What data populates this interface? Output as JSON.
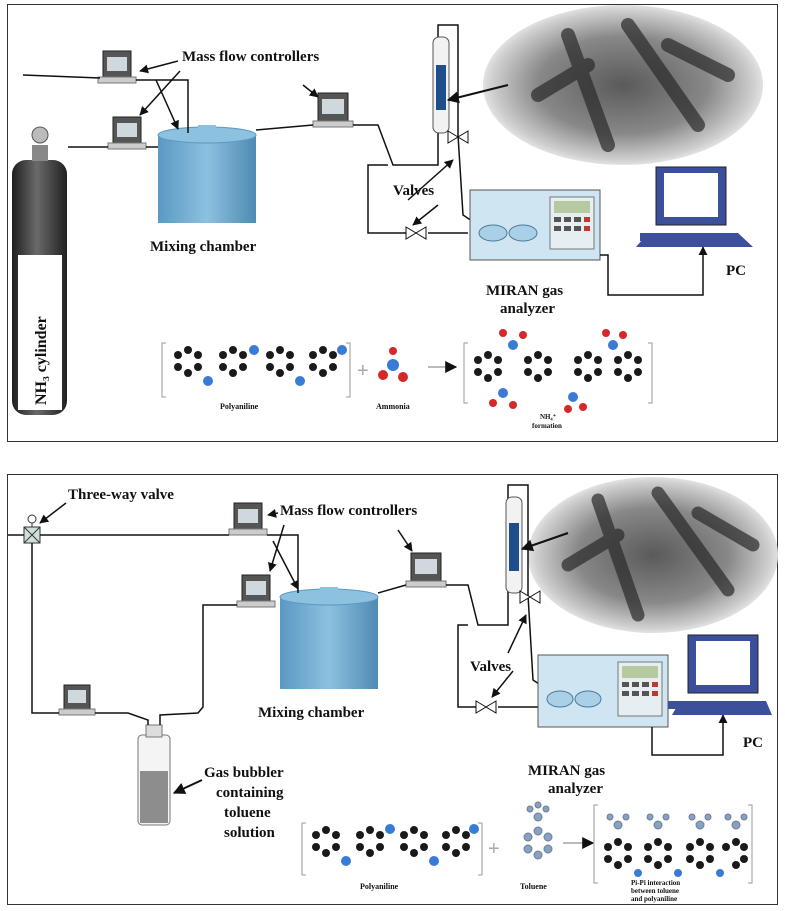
{
  "panel1": {
    "labels": {
      "mass_flow_controllers": "Mass flow controllers",
      "mixing_chamber": "Mixing chamber",
      "valves": "Valves",
      "miran_line1": "MIRAN gas",
      "miran_line2": "analyzer",
      "pc": "PC",
      "cylinder": "NH₃ cylinder"
    },
    "reaction": {
      "reactant1": "Polyaniline",
      "reactant2": "Ammonia",
      "product_line1": "NH₄⁺",
      "product_line2": "formation"
    }
  },
  "panel2": {
    "labels": {
      "three_way_valve": "Three-way valve",
      "mass_flow_controllers": "Mass flow controllers",
      "mixing_chamber": "Mixing chamber",
      "valves": "Valves",
      "miran_line1": "MIRAN gas",
      "miran_line2": "analyzer",
      "pc": "PC",
      "bubbler_line1": "Gas bubbler",
      "bubbler_line2": "containing",
      "bubbler_line3": "toluene",
      "bubbler_line4": "solution"
    },
    "reaction": {
      "reactant1": "Polyaniline",
      "reactant2": "Toluene",
      "product_line1": "Pi-Pi interaction",
      "product_line2": "between toluene",
      "product_line3": "and polyaniline"
    }
  },
  "colors": {
    "chamber": "#6fa9cf",
    "cylinder": "#3a3a3a",
    "analyzer": "#cfe6f2",
    "pc": "#3c4f9a",
    "nitrogen": "#3a7bd5",
    "oxygen": "#d62828"
  }
}
